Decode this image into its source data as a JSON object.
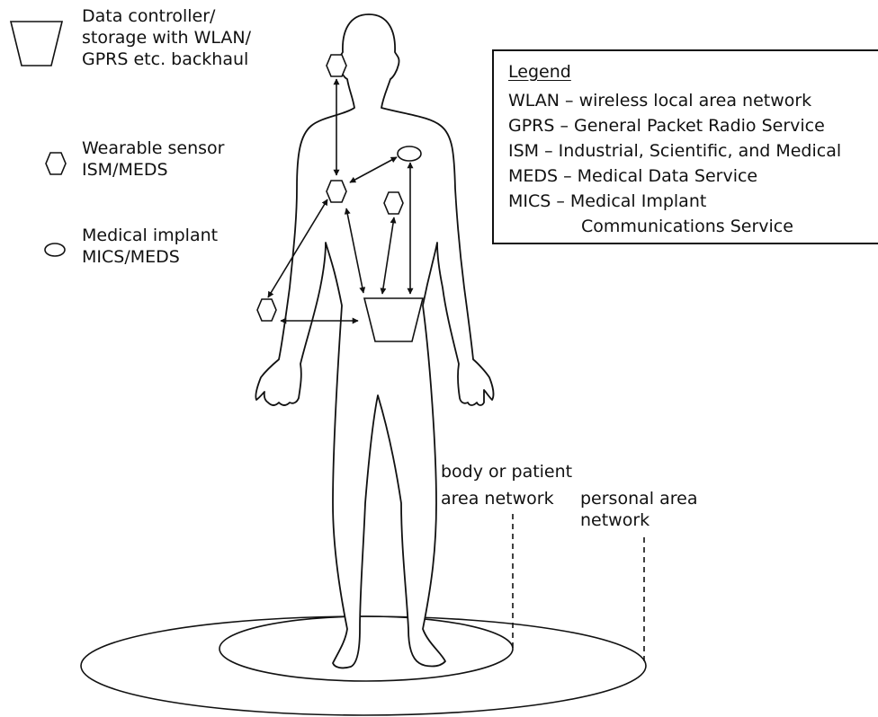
{
  "key": {
    "controller": [
      "Data controller/",
      "storage with WLAN/",
      "GPRS etc. backhaul"
    ],
    "sensor": [
      "Wearable sensor",
      "ISM/MEDS"
    ],
    "implant": [
      "Medical implant",
      "MICS/MEDS"
    ]
  },
  "legend": {
    "title": "Legend",
    "entries": [
      "WLAN – wireless local area network",
      "GPRS – General Packet Radio Service",
      "ISM – Industrial, Scientific, and Medical",
      "MEDS – Medical Data Service",
      "MICS – Medical Implant",
      "Communications Service"
    ]
  },
  "networks": {
    "body": [
      "body or patient",
      "area network"
    ],
    "personal": [
      "personal area",
      "network"
    ]
  },
  "icons": {
    "controller": "trapezoid-icon",
    "sensor": "hexagon-icon",
    "implant": "ellipse-icon"
  }
}
